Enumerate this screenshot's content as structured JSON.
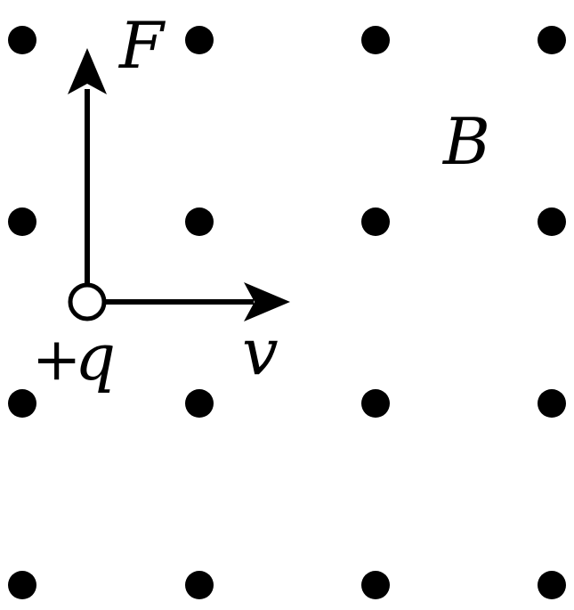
{
  "diagram": {
    "force_label": "F",
    "field_label": "B",
    "velocity_label": "v",
    "charge_sign": "+",
    "charge_symbol": "q",
    "colors": {
      "ink": "#000000",
      "background": "#ffffff"
    }
  }
}
